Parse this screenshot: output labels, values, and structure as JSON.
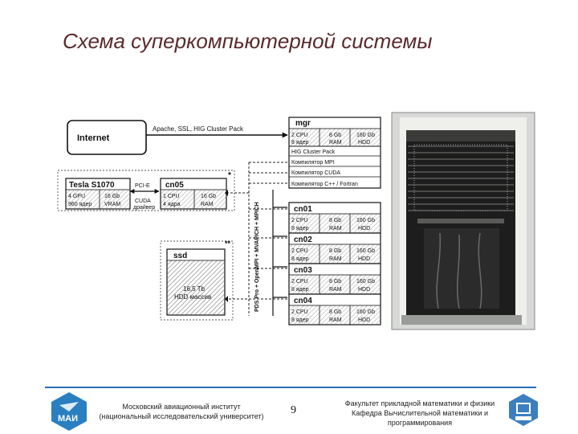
{
  "slide": {
    "title": "Схема суперкомпьютерной системы",
    "page_number": "9",
    "footer_left": [
      "Московский авиационный институт",
      "(национальный исследовательский университет)"
    ],
    "footer_right": [
      "Факультет прикладной математики и физики",
      "Кафедра Вычислительной математики и",
      "программирования"
    ],
    "logo_left_text": "МАИ",
    "colors": {
      "title": "#5a2a2a",
      "footer_line": "#2a6db5",
      "logo": "#2a7fc1"
    }
  },
  "diagram": {
    "internet": "Internet",
    "link_internet": "Apache, SSL, HIG Cluster Pack",
    "mgr": {
      "name": "mgr",
      "cpu": [
        "2 CPU",
        "8 ядер"
      ],
      "ram": [
        "8 Gb",
        "RAM"
      ],
      "hdd": [
        "160 Gb",
        "HDD"
      ],
      "rows": [
        "HIG Cluster Pack",
        "Компилятор MPI",
        "Компилятор CUDA",
        "Компилятор C++ / Fortran"
      ]
    },
    "tesla": {
      "name": "Tesla S1070",
      "gpu": [
        "4 GPU",
        "960 ядер"
      ],
      "vram": [
        "16 Gb",
        "VRAM"
      ]
    },
    "pcie": "PCI-E",
    "cuda": [
      "CUDA",
      "драйвер"
    ],
    "cn05": {
      "name": "cn05",
      "cpu": [
        "1 CPU",
        "4 ядра"
      ],
      "ram": [
        "16 Gb",
        "RAM"
      ]
    },
    "star1": "*",
    "star2": "**",
    "ssd": {
      "name": "ssd",
      "storage": [
        "16,5 Tb",
        "HDD массив"
      ]
    },
    "vertical_label": "PDS Pro + OpenMPI + MVAPICH + MPICH",
    "nodes": [
      {
        "name": "cn01",
        "cpu": [
          "2 CPU",
          "8 ядер"
        ],
        "ram": [
          "8 Gb",
          "RAM"
        ],
        "hdd": [
          "160 Gb",
          "HDD"
        ]
      },
      {
        "name": "cn02",
        "cpu": [
          "2 CPU",
          "8 ядер"
        ],
        "ram": [
          "8 Gb",
          "RAM"
        ],
        "hdd": [
          "160 Gb",
          "HDD"
        ]
      },
      {
        "name": "cn03",
        "cpu": [
          "2 CPU",
          "8 ядер"
        ],
        "ram": [
          "8 Gb",
          "RAM"
        ],
        "hdd": [
          "160 Gb",
          "HDD"
        ]
      },
      {
        "name": "cn04",
        "cpu": [
          "2 CPU",
          "8 ядер"
        ],
        "ram": [
          "8 Gb",
          "RAM"
        ],
        "hdd": [
          "160 Gb",
          "HDD"
        ]
      }
    ]
  }
}
